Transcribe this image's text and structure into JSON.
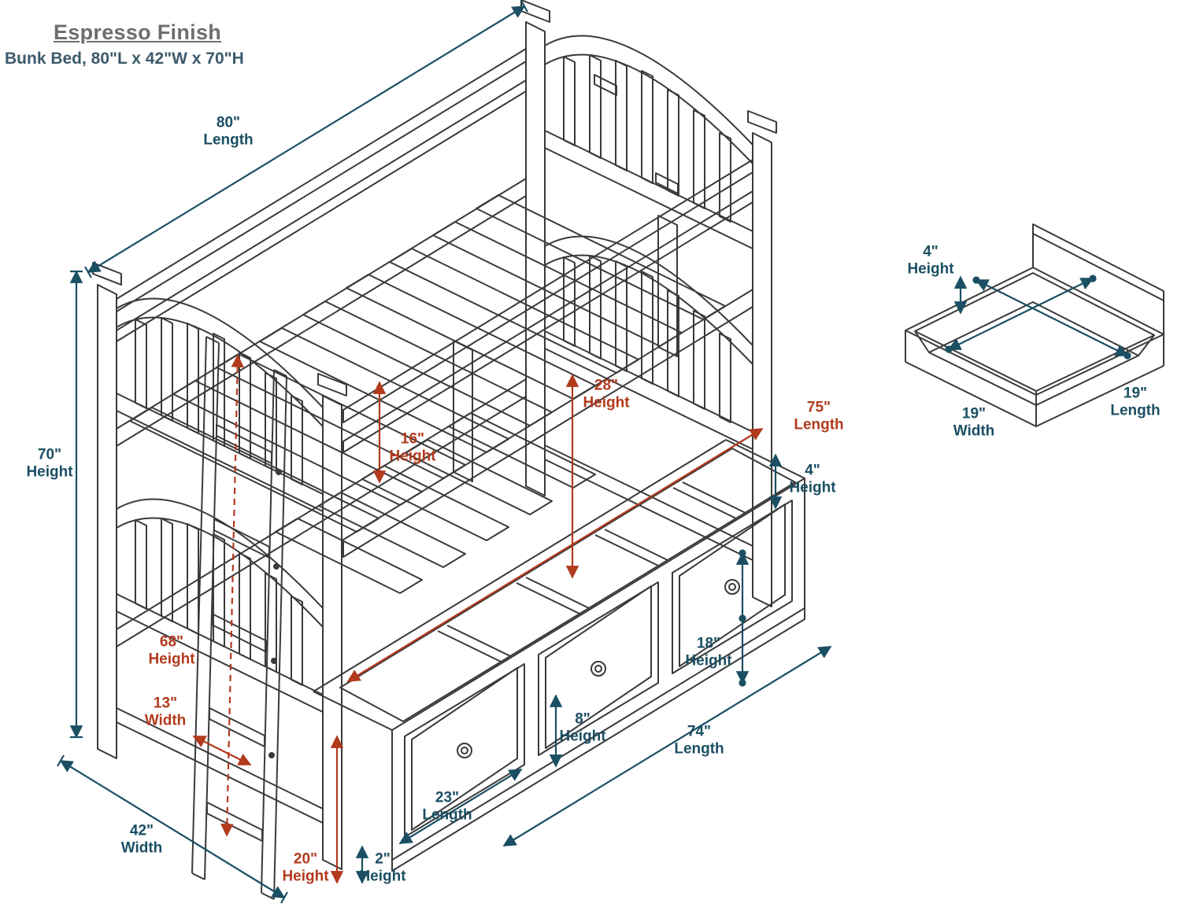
{
  "header": {
    "title": "Espresso Finish",
    "subtitle": "Bunk Bed, 80\"L x 42\"W x 70\"H"
  },
  "colors": {
    "dimension_blue": "#1b4f63",
    "dimension_red": "#b23a1d",
    "line_art": "#3a3a3a",
    "title_gray": "#6e6e6e",
    "subtitle_slate": "#3c5a6b"
  },
  "bunk_bed_dimensions": {
    "len80": {
      "value": "80\"",
      "label": "Length"
    },
    "h70": {
      "value": "70\"",
      "label": "Height"
    },
    "w42": {
      "value": "42\"",
      "label": "Width"
    },
    "h28": {
      "value": "28\"",
      "label": "Height"
    },
    "h16": {
      "value": "16\"",
      "label": "Height"
    },
    "len75": {
      "value": "75\"",
      "label": "Length"
    },
    "h4": {
      "value": "4\"",
      "label": "Height"
    },
    "h68": {
      "value": "68\"",
      "label": "Height"
    },
    "w13": {
      "value": "13\"",
      "label": "Width"
    },
    "h18": {
      "value": "18\"",
      "label": "Height"
    },
    "h8": {
      "value": "8\"",
      "label": "Height"
    },
    "len74": {
      "value": "74\"",
      "label": "Length"
    },
    "len23": {
      "value": "23\"",
      "label": "Length"
    },
    "h2": {
      "value": "2\"",
      "label": "Height"
    },
    "h20": {
      "value": "20\"",
      "label": "Height"
    }
  },
  "trundle_drawer_dimensions": {
    "h4": {
      "value": "4\"",
      "label": "Height"
    },
    "w19": {
      "value": "19\"",
      "label": "Width"
    },
    "len19": {
      "value": "19\"",
      "label": "Length"
    }
  }
}
